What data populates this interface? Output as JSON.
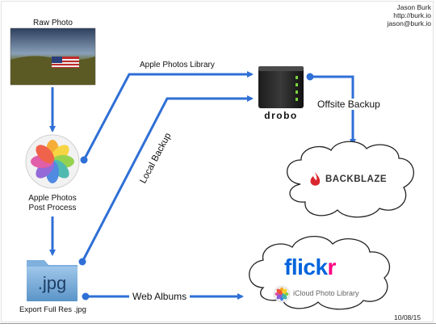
{
  "author": {
    "name": "Jason Burk",
    "url": "http://burk.io",
    "email": "jason@burk.io"
  },
  "nodes": {
    "raw_photo": "Raw Photo",
    "apple_photos_line1": "Apple Photos",
    "apple_photos_line2": "Post Process",
    "export": "Export Full Res .jpg",
    "jpg_badge": ".jpg",
    "drobo": "drobo",
    "backblaze": "BACKBLAZE",
    "flickr": "flickr",
    "icloud": "iCloud Photo Library"
  },
  "edges": {
    "apple_photos_library": "Apple Photos Library",
    "local_backup": "Local Backup",
    "offsite_backup": "Offsite Backup",
    "web_albums": "Web Albums"
  },
  "date": "10/08/15",
  "colors": {
    "arrow": "#2f6fd6",
    "flickr_blue": "#0063dc",
    "flickr_pink": "#ff0084",
    "backblaze_red": "#d9272e"
  }
}
